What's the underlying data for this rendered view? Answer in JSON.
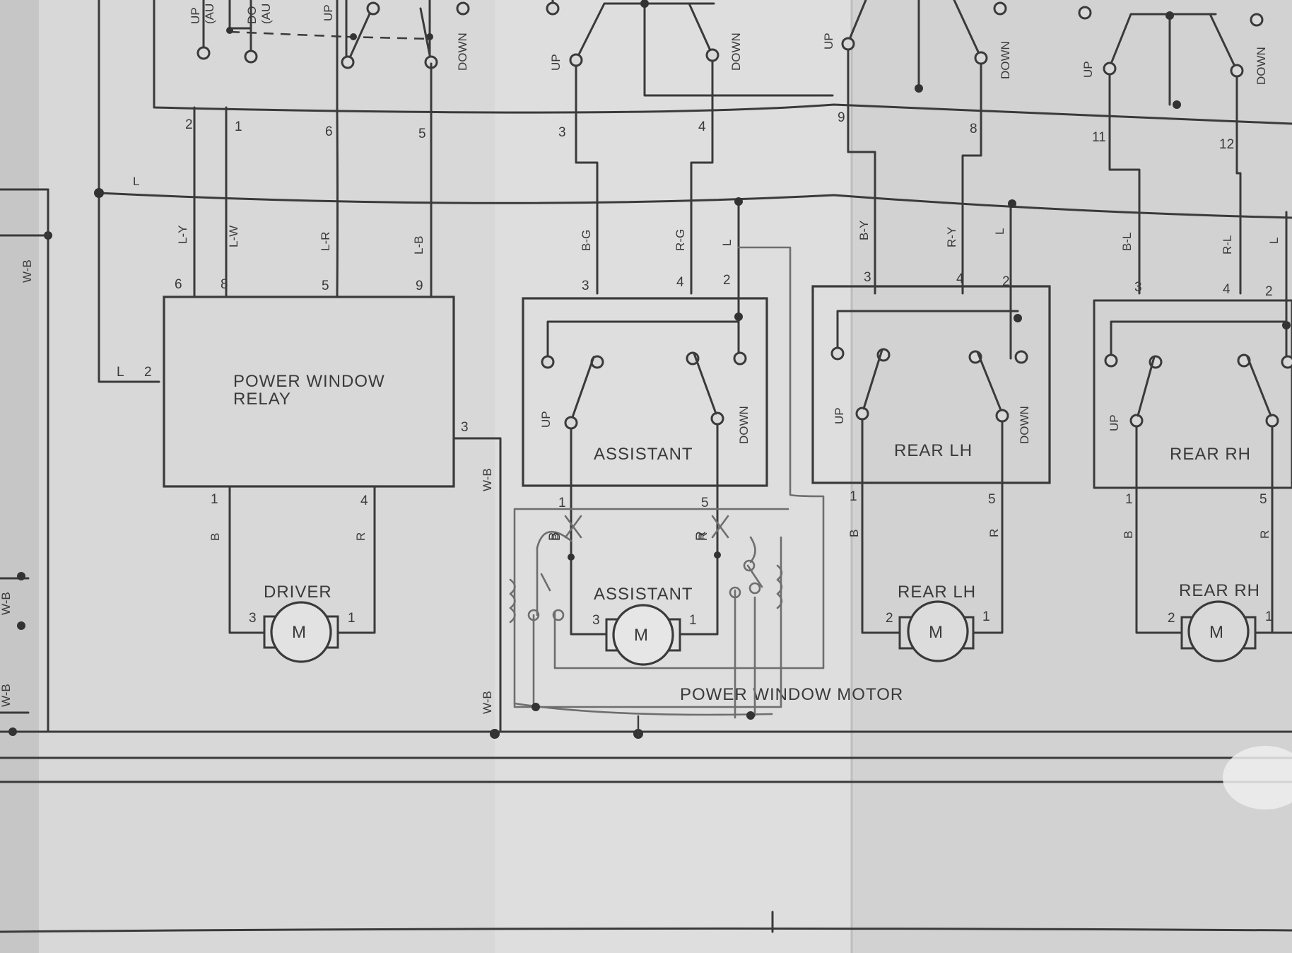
{
  "colors": {
    "paper_left": "#c9c9c9",
    "paper_mid": "#dcdcdc",
    "paper_right": "#d3d3d3",
    "ink": "#3a3a3a",
    "pencil": "#6e6e6e"
  },
  "components": {
    "relay_name_1": "POWER WINDOW",
    "relay_name_2": "RELAY",
    "assistant_switch": "ASSISTANT",
    "rear_lh_switch": "REAR LH",
    "rear_rh_switch": "REAR RH",
    "driver_motor": "DRIVER",
    "assistant_motor": "ASSISTANT",
    "rear_lh_motor": "REAR LH",
    "rear_rh_motor": "REAR RH",
    "motor_symbol": "M",
    "motor_group_label": "POWER WINDOW MOTOR"
  },
  "switch_labels": {
    "up": "UP",
    "down": "DOWN"
  },
  "wire_colors": {
    "bus": "L",
    "relay": [
      "L-Y",
      "L-W",
      "L-R",
      "L-B"
    ],
    "assistant": [
      "B-G",
      "R-G",
      "L"
    ],
    "rear_lh": [
      "B-Y",
      "R-Y",
      "L"
    ],
    "rear_rh": [
      "B-L",
      "R-L",
      "L"
    ],
    "ground": "W-B",
    "motor_b": "B",
    "motor_r": "R"
  },
  "pins": {
    "top_relay": [
      "2",
      "1",
      "6",
      "5"
    ],
    "top_assistant": [
      "3",
      "4"
    ],
    "top_rear_lh": [
      "9",
      "8"
    ],
    "top_rear_rh": [
      "11",
      "12"
    ],
    "relay_inputs": [
      "6",
      "8",
      "5",
      "9"
    ],
    "relay_side": [
      "L",
      "2"
    ],
    "relay_out": "3",
    "relay_bottom": [
      "1",
      "4"
    ],
    "switch_top": [
      "3",
      "4",
      "2"
    ],
    "switch_bottom": [
      "1",
      "5"
    ],
    "motor_left": "3",
    "motor_right": "1",
    "rear_motor_left": "2",
    "rear_motor_right": "1"
  },
  "partial_top_labels": [
    "UP",
    "(AU",
    "DO",
    "(AU",
    "UP",
    "DOWN"
  ]
}
